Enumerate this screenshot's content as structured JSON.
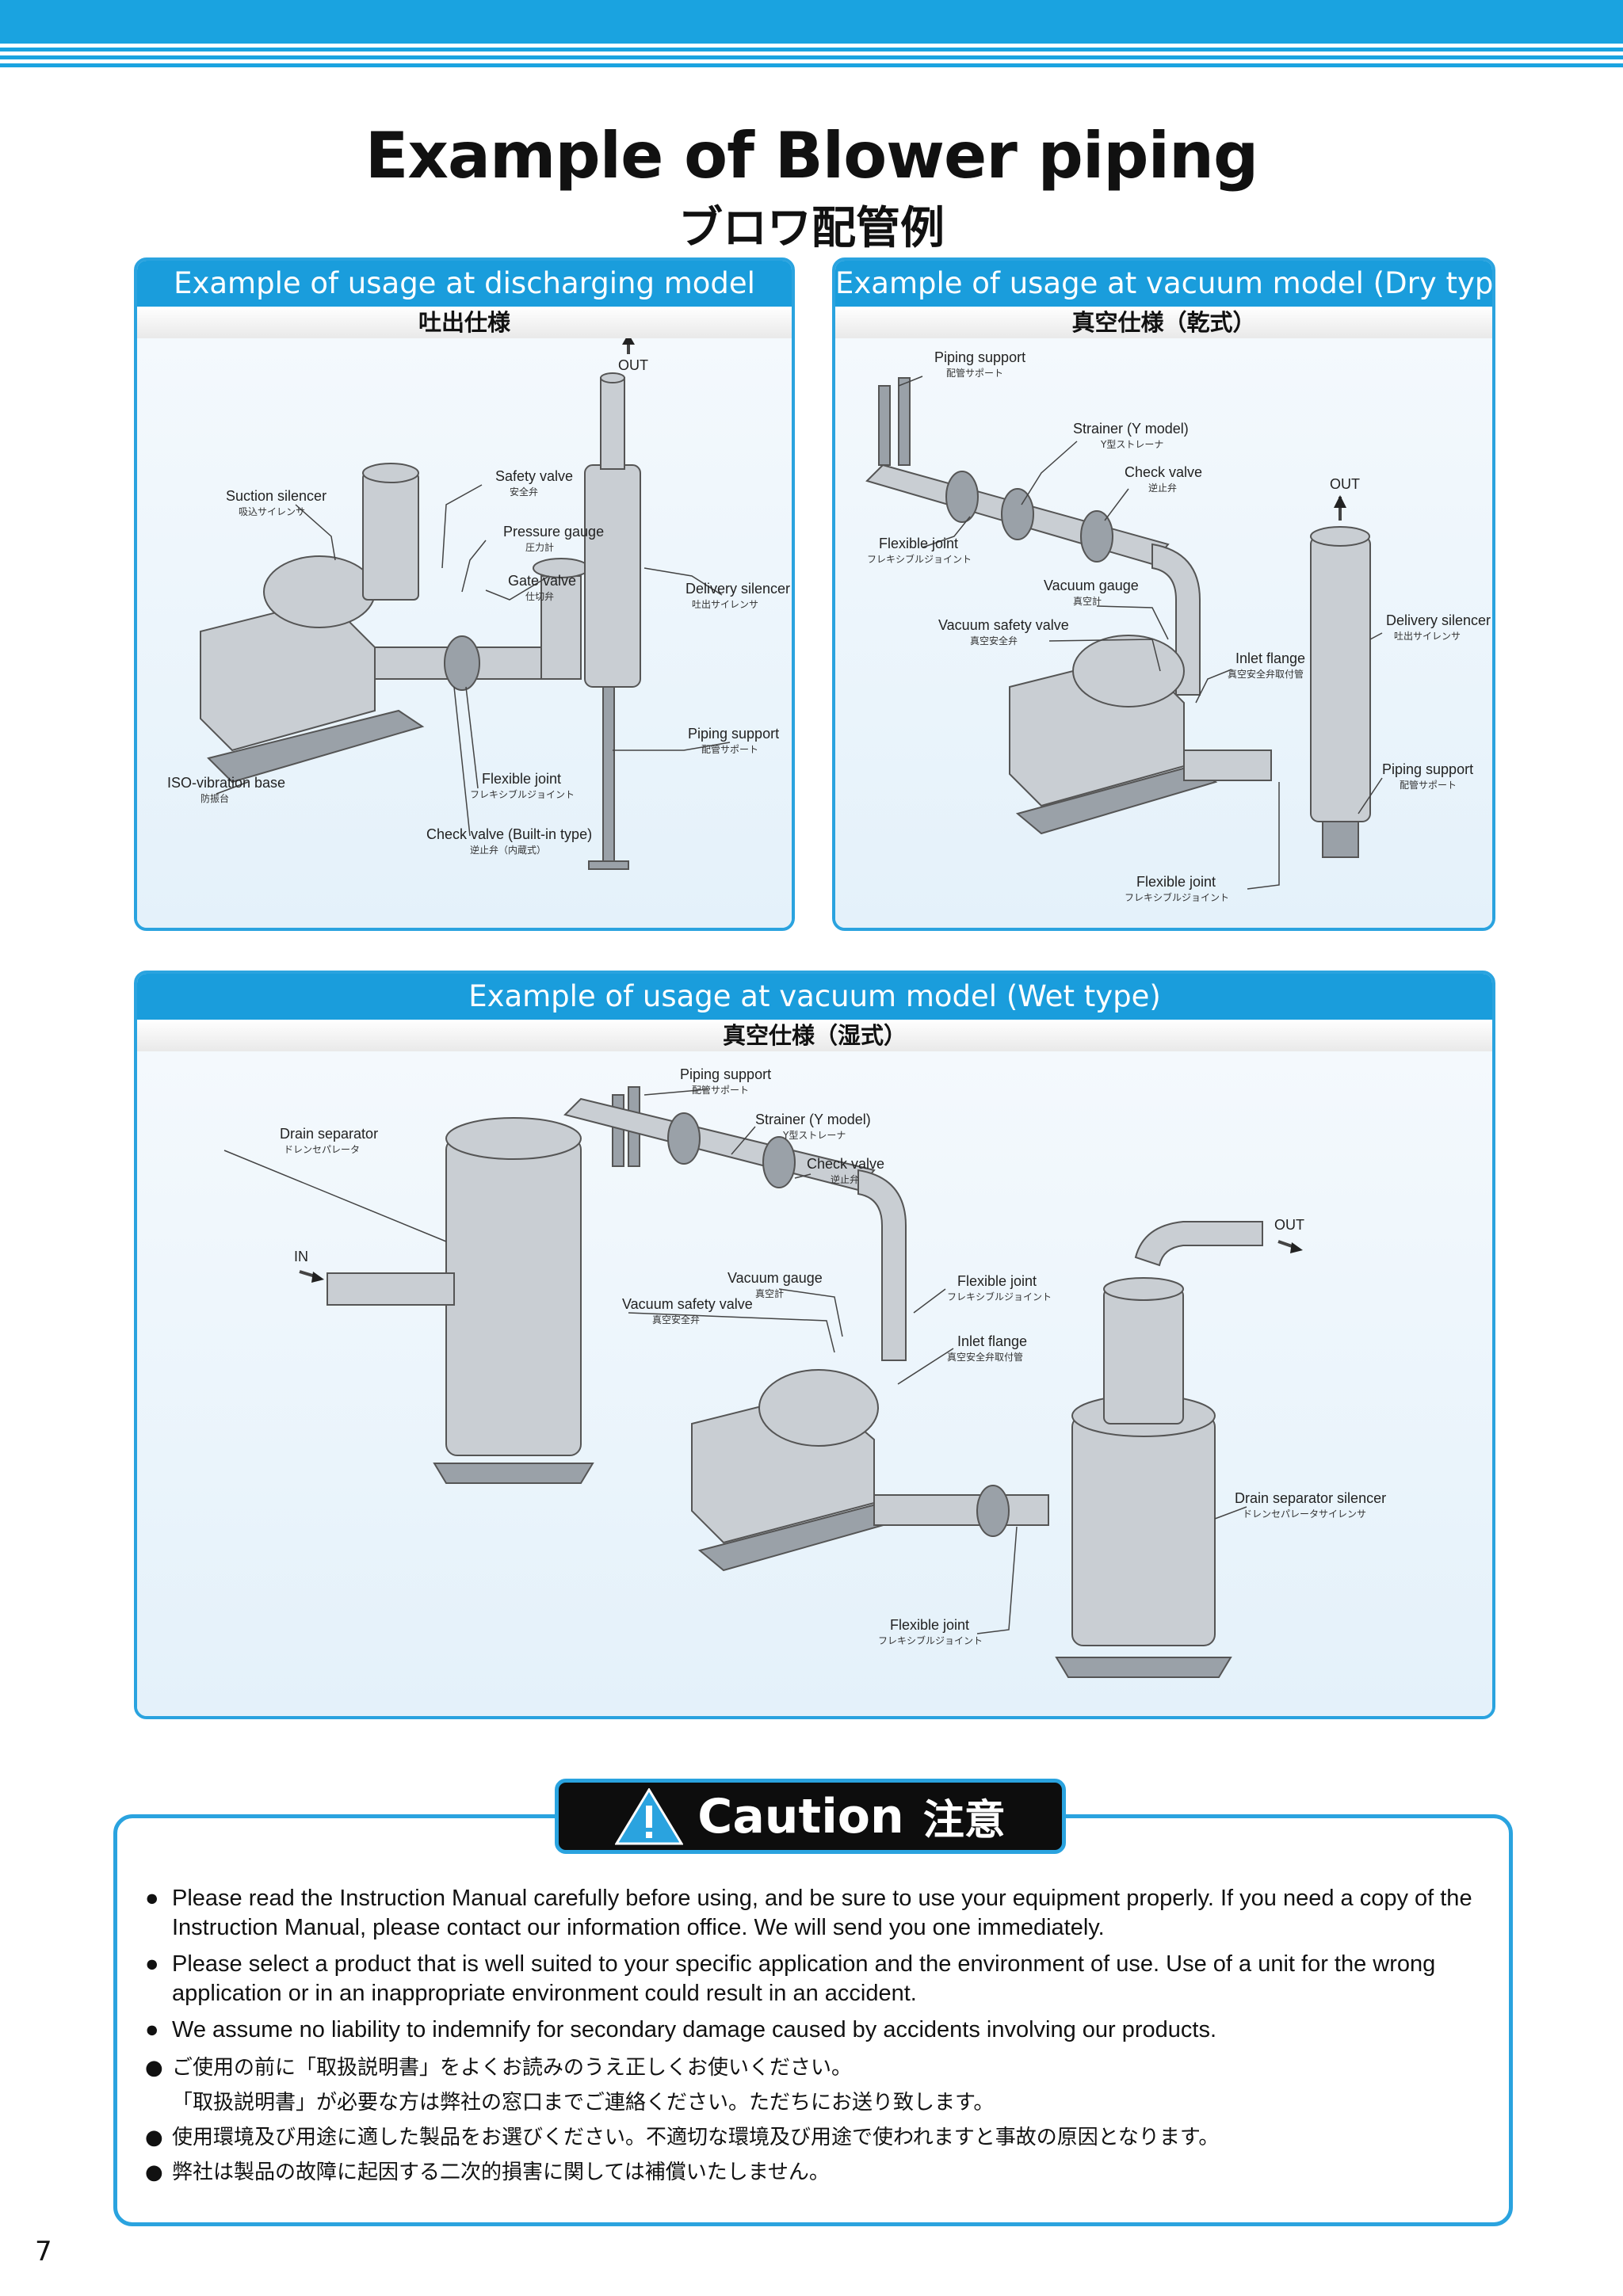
{
  "page": {
    "title": "Example of Blower piping",
    "subtitle": "ブロワ配管例",
    "page_number": "7"
  },
  "panels": {
    "discharging": {
      "title": "Example of usage at discharging model",
      "subtitle": "吐出仕様",
      "labels": {
        "out": "OUT",
        "safety_valve": "Safety valve",
        "safety_valve_jp": "安全弁",
        "suction_silencer": "Suction silencer",
        "suction_silencer_jp": "吸込サイレンサ",
        "pressure_gauge": "Pressure gauge",
        "pressure_gauge_jp": "圧力計",
        "gate_valve": "Gate valve",
        "gate_valve_jp": "仕切弁",
        "delivery_silencer": "Delivery silencer",
        "delivery_silencer_jp": "吐出サイレンサ",
        "piping_support": "Piping support",
        "piping_support_jp": "配管サポート",
        "iso_base": "ISO-vibration base",
        "iso_base_jp": "防振台",
        "flexible_joint": "Flexible joint",
        "flexible_joint_jp": "フレキシブルジョイント",
        "check_valve": "Check valve (Built-in type)",
        "check_valve_jp": "逆止弁（内蔵式）"
      }
    },
    "vacuum_dry": {
      "title": "Example of usage at vacuum model (Dry type)",
      "subtitle": "真空仕様（乾式）",
      "labels": {
        "piping_support": "Piping support",
        "piping_support_jp": "配管サポート",
        "strainer": "Strainer (Y model)",
        "strainer_jp": "Y型ストレーナ",
        "check_valve": "Check valve",
        "check_valve_jp": "逆止弁",
        "out": "OUT",
        "flexible_joint_top": "Flexible joint",
        "flexible_joint_top_jp": "フレキシブルジョイント",
        "vacuum_gauge": "Vacuum gauge",
        "vacuum_gauge_jp": "真空計",
        "vacuum_safety_valve": "Vacuum safety valve",
        "vacuum_safety_valve_jp": "真空安全弁",
        "delivery_silencer": "Delivery silencer",
        "delivery_silencer_jp": "吐出サイレンサ",
        "inlet_flange": "Inlet flange",
        "inlet_flange_jp": "真空安全弁取付管",
        "piping_support_b": "Piping support",
        "piping_support_b_jp": "配管サポート",
        "flexible_joint": "Flexible joint",
        "flexible_joint_jp": "フレキシブルジョイント"
      }
    },
    "vacuum_wet": {
      "title": "Example of usage at vacuum model (Wet type)",
      "subtitle": "真空仕様（湿式）",
      "labels": {
        "piping_support": "Piping support",
        "piping_support_jp": "配管サポート",
        "strainer": "Strainer (Y model)",
        "strainer_jp": "Y型ストレーナ",
        "drain_separator": "Drain separator",
        "drain_separator_jp": "ドレンセパレータ",
        "check_valve": "Check valve",
        "check_valve_jp": "逆止弁",
        "in": "IN",
        "vacuum_gauge": "Vacuum gauge",
        "vacuum_gauge_jp": "真空計",
        "flexible_joint_top": "Flexible joint",
        "flexible_joint_top_jp": "フレキシブルジョイント",
        "out": "OUT",
        "vacuum_safety_valve": "Vacuum safety valve",
        "vacuum_safety_valve_jp": "真空安全弁",
        "inlet_flange": "Inlet flange",
        "inlet_flange_jp": "真空安全弁取付管",
        "drain_separator_silencer": "Drain separator silencer",
        "drain_separator_silencer_jp": "ドレンセパレータサイレンサ",
        "flexible_joint": "Flexible joint",
        "flexible_joint_jp": "フレキシブルジョイント"
      }
    }
  },
  "caution": {
    "title": "Caution",
    "title_jp": "注意",
    "items": [
      "Please read the Instruction Manual carefully before using, and be sure to use your equipment properly. If you need a copy of the Instruction Manual, please contact our information office. We will send you one immediately.",
      "Please select a product that is well suited to your specific application and the environment of use. Use of a unit for the wrong application or in an inappropriate environment could result in an accident.",
      "We assume no liability to indemnify for secondary damage caused by accidents involving our products.",
      "ご使用の前に「取扱説明書」をよくお読みのうえ正しくお使いください。",
      "「取扱説明書」が必要な方は弊社の窓口までご連絡ください。ただちにお送り致します。",
      "使用環境及び用途に適した製品をお選びください。不適切な環境及び用途で使われますと事故の原因となります。",
      "弊社は製品の故障に起因する二次的損害に関しては補償いたしません。"
    ]
  }
}
